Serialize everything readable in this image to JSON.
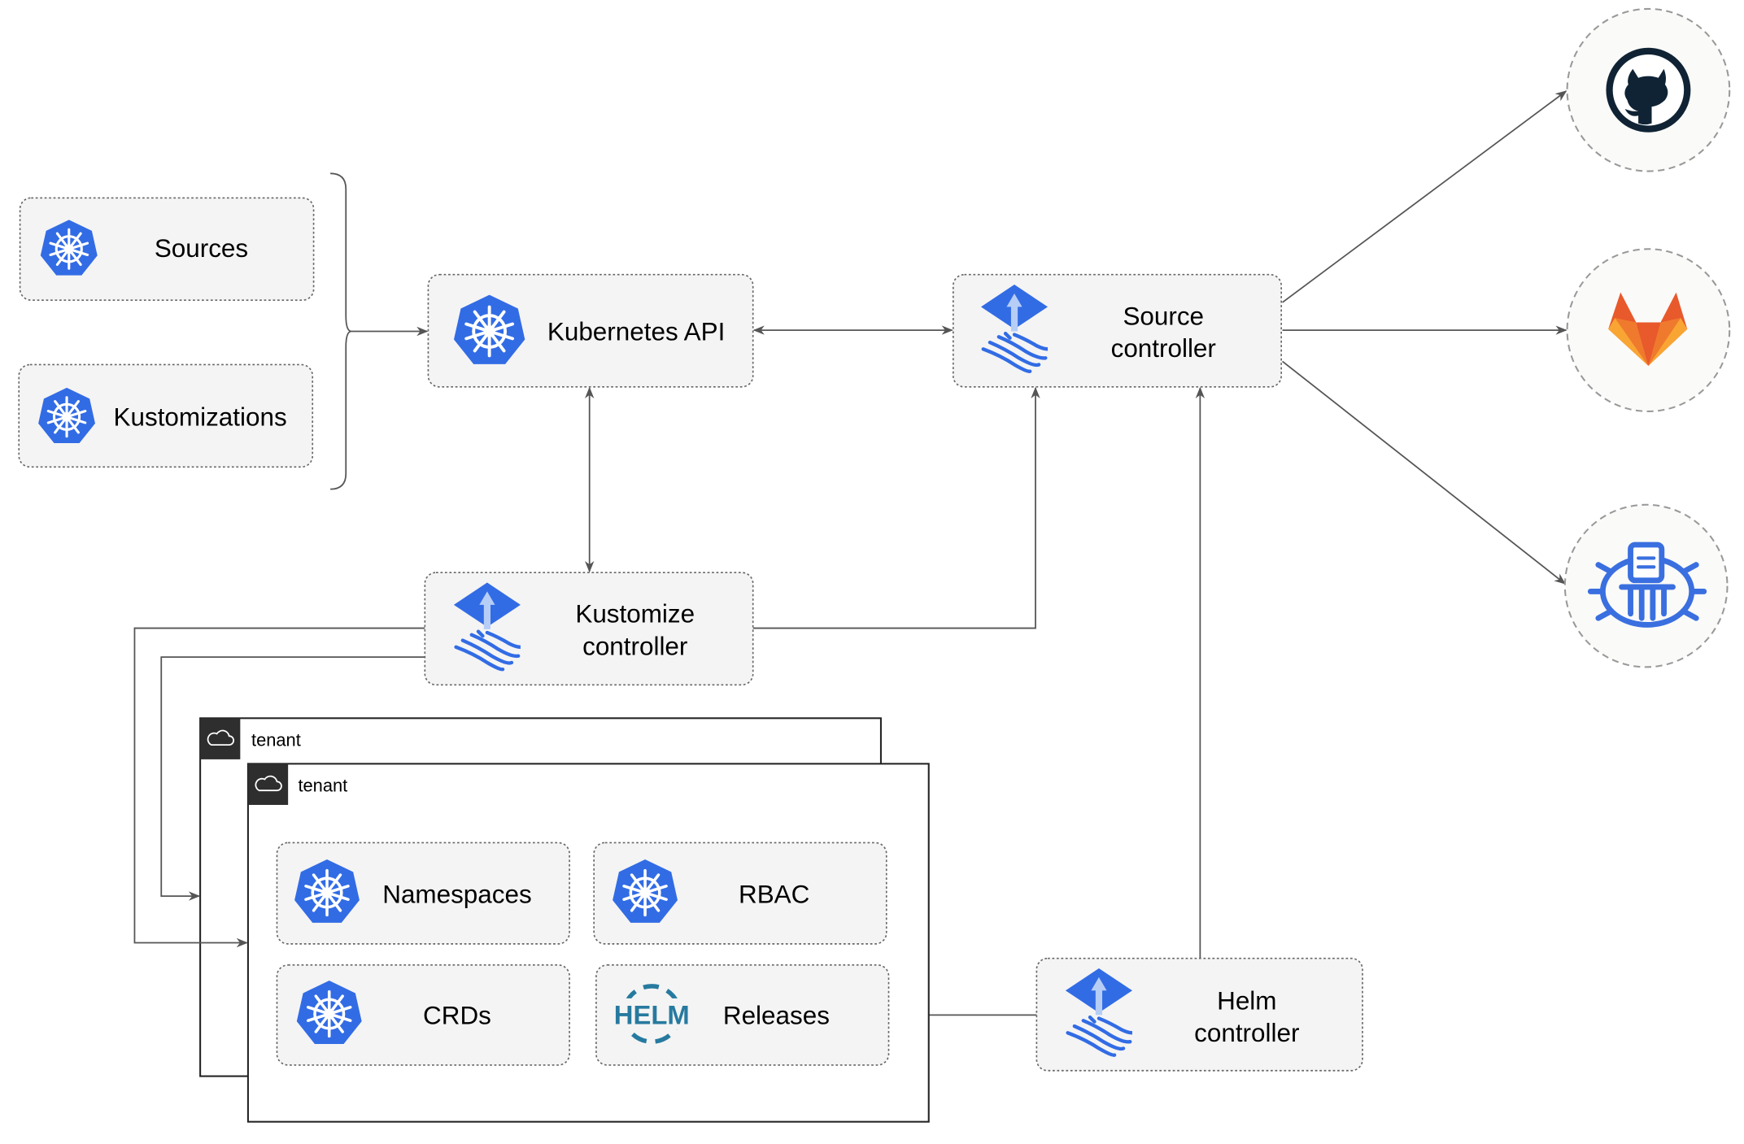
{
  "nodes": {
    "sources": "Sources",
    "kustomizations": "Kustomizations",
    "kubernetes_api": "Kubernetes API",
    "source_controller": [
      "Source",
      "controller"
    ],
    "kustomize_controller": [
      "Kustomize",
      "controller"
    ],
    "helm_controller": [
      "Helm",
      "controller"
    ],
    "namespaces": "Namespaces",
    "rbac": "RBAC",
    "crds": "CRDs",
    "releases": "Releases"
  },
  "tenants": [
    "tenant",
    "tenant"
  ],
  "repositories": [
    {
      "icon": "github-icon"
    },
    {
      "icon": "gitlab-icon"
    },
    {
      "icon": "helm-repository-icon"
    }
  ],
  "helm_logo_text": "HELM",
  "colors": {
    "kubernetes_blue": "#326ce5",
    "helm_blue": "#277a9f",
    "github_dark": "#0f2334",
    "gitlab_orange": "#e8592c",
    "gitlab_light": "#f9a533"
  }
}
